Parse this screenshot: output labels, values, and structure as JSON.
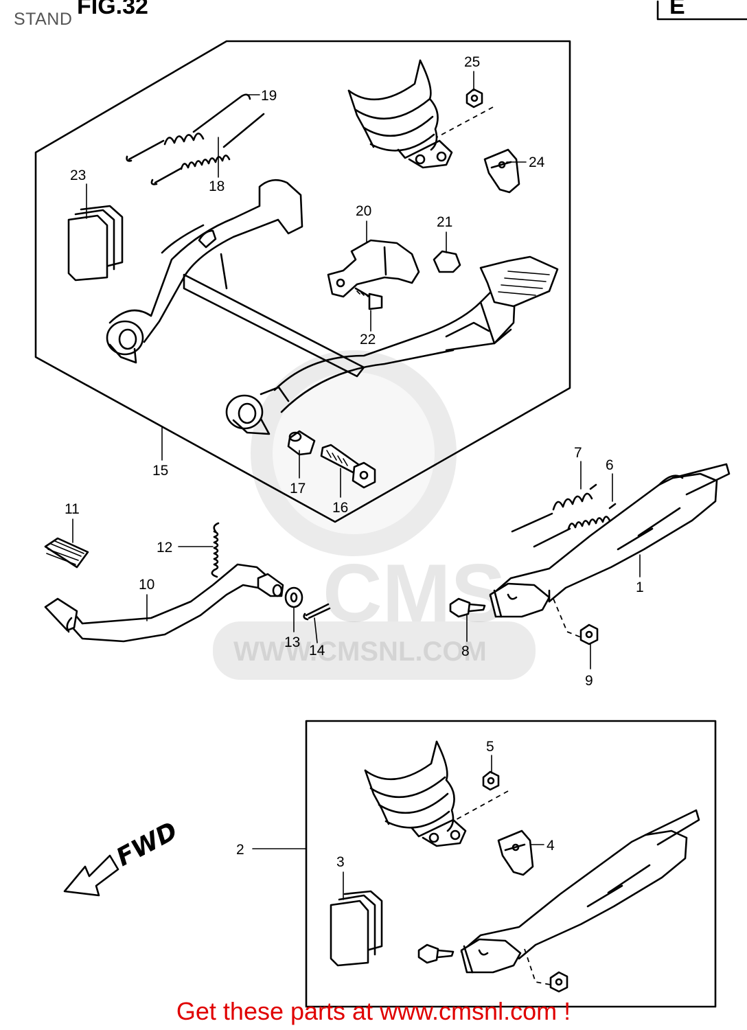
{
  "page": {
    "title": "STAND",
    "footer_link": "Get these parts at www.cmsnl.com !",
    "header_fig": "FIG.32",
    "header_code": "E"
  },
  "watermark": {
    "brand": "CMS",
    "url": "WWW.CMSNL.COM"
  },
  "diagram": {
    "direction_label": "FWD",
    "callouts": {
      "p1": "1",
      "p2": "2",
      "p3": "3",
      "p4": "4",
      "p5": "5",
      "p6": "6",
      "p7": "7",
      "p8": "8",
      "p9": "9",
      "p10": "10",
      "p11": "11",
      "p12": "12",
      "p13": "13",
      "p14": "14",
      "p15": "15",
      "p16": "16",
      "p17": "17",
      "p18": "18",
      "p19": "19",
      "p20": "20",
      "p21": "21",
      "p22": "22",
      "p23": "23",
      "p24": "24",
      "p25": "25"
    }
  },
  "colors": {
    "link": "#e00000",
    "title": "#555555",
    "line": "#000000"
  }
}
